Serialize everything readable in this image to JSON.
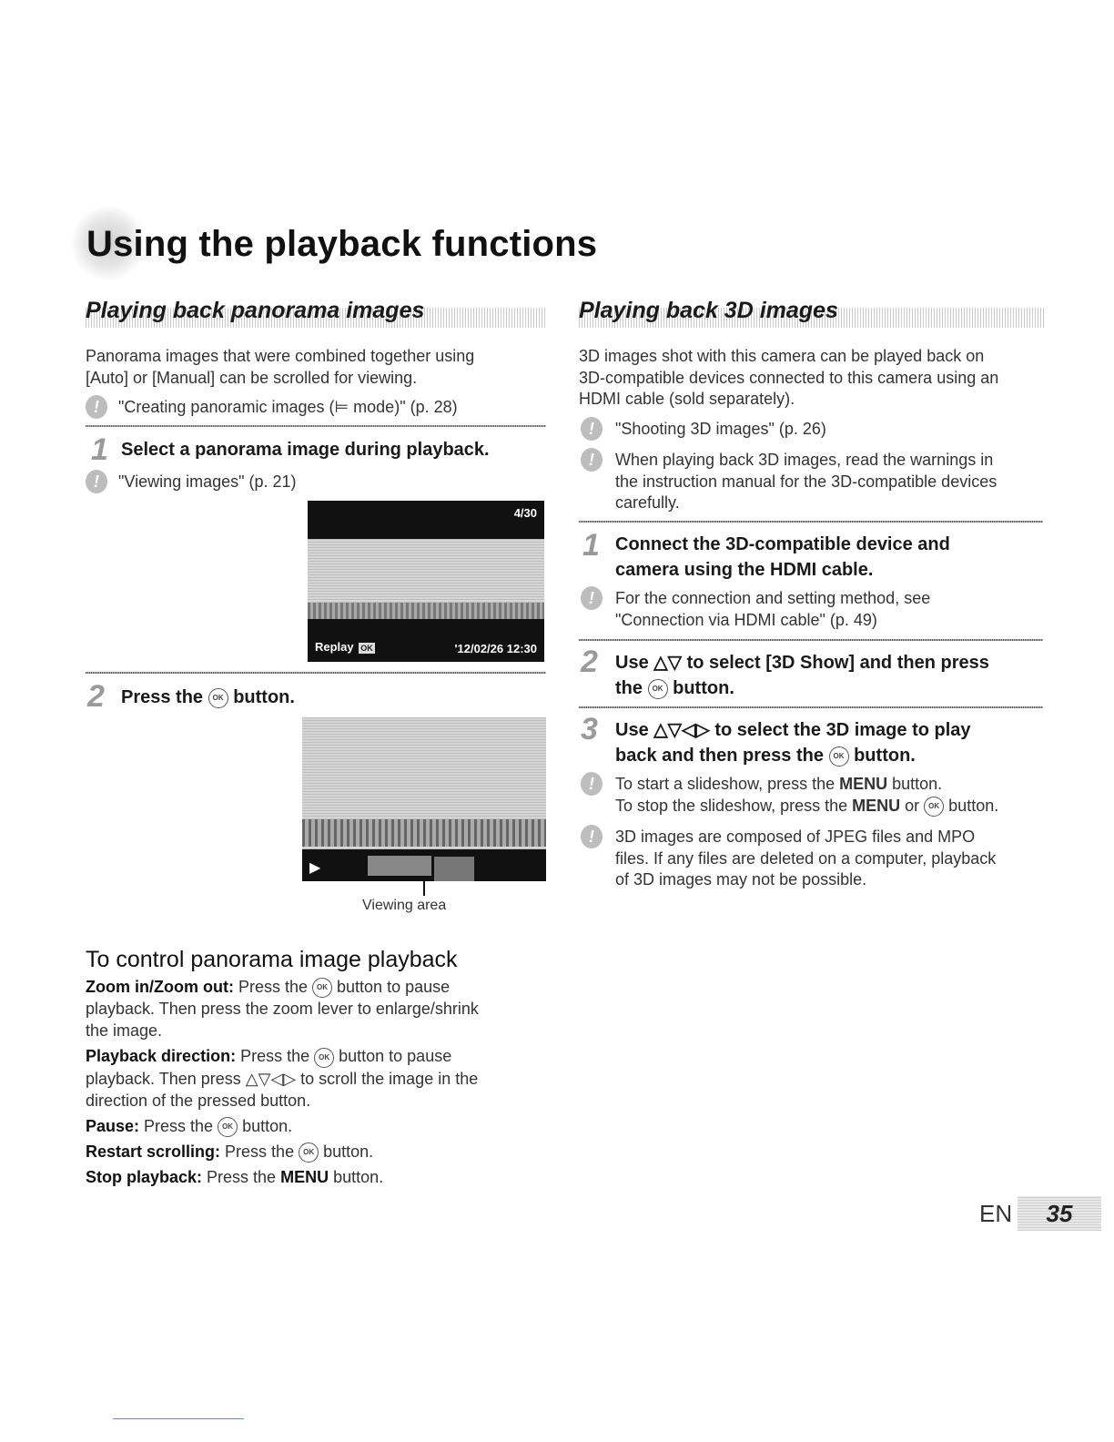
{
  "page": {
    "title": "Using the playback functions",
    "page_lang": "EN",
    "page_number": "35"
  },
  "left": {
    "heading": "Playing back panorama images",
    "intro_1": "Panorama images that were combined together using",
    "intro_2": "[Auto] or [Manual] can be scrolled for viewing.",
    "ref_1": "\"Creating panoramic images (⊨ mode)\" (p. 28)",
    "step1_num": "1",
    "step1_text": "Select a panorama image during playback.",
    "step1_ref": "\"Viewing images\" (p. 21)",
    "screen1": {
      "counter": "4/30",
      "replay": "Replay",
      "ok": "OK",
      "datetime": "'12/02/26 12:30"
    },
    "step2_num": "2",
    "step2_pre": "Press the",
    "step2_post": "button.",
    "screen2": {
      "play": "▶",
      "caption": "Viewing area"
    },
    "control": {
      "heading": "To control panorama image playback",
      "items": [
        {
          "label": "Zoom in/Zoom out:",
          "t1": " Press the ",
          "t2": " button to pause",
          "l2": "playback. Then press the zoom lever to enlarge/shrink",
          "l3": "the image."
        },
        {
          "label": "Playback direction:",
          "t1": " Press the ",
          "t2": " button to pause",
          "l2": "playback. Then press △▽◁▷ to scroll the image in the",
          "l3": "direction of the pressed button."
        },
        {
          "label": "Pause:",
          "t1": " Press the ",
          "t2": " button."
        },
        {
          "label": "Restart scrolling:",
          "t1": " Press the ",
          "t2": " button."
        },
        {
          "label": "Stop playback:",
          "t1": " Press the ",
          "menu": "MENU",
          "t2": " button."
        }
      ]
    }
  },
  "right": {
    "heading": "Playing back 3D images",
    "intro_1": "3D images shot with this camera can be played back on",
    "intro_2": "3D-compatible devices connected to this camera using an",
    "intro_3": "HDMI cable (sold separately).",
    "ref_1": "\"Shooting 3D images\" (p. 26)",
    "warn_1": "When playing back 3D images, read the warnings in",
    "warn_2": "the instruction manual for the 3D-compatible devices",
    "warn_3": "carefully.",
    "step1_num": "1",
    "step1_l1": "Connect the 3D-compatible device and",
    "step1_l2": "camera using the HDMI cable.",
    "step1_ref_1": "For the connection and setting method, see",
    "step1_ref_2": "\"Connection via HDMI cable\" (p. 49)",
    "step2_num": "2",
    "step2_l1": "Use △▽ to select [3D Show] and then press",
    "step2_l2_pre": "the",
    "step2_l2_post": "button.",
    "step3_num": "3",
    "step3_l1": "Use △▽◁▷ to select the 3D image to play",
    "step3_l2_pre": "back and then press the",
    "step3_l2_post": "button.",
    "tip1_l1_pre": "To start a slideshow, press the ",
    "tip1_menu": "MENU",
    "tip1_l1_post": " button.",
    "tip1_l2_pre": "To stop the slideshow, press the ",
    "tip1_l2_menu": "MENU",
    "tip1_l2_mid": " or ",
    "tip1_l2_post": " button.",
    "tip2_l1": "3D images are composed of JPEG files and MPO",
    "tip2_l2": "files. If any files are deleted on a computer, playback",
    "tip2_l3": "of 3D images may not be possible."
  },
  "ok_glyph": "OK",
  "note_icon": "!"
}
